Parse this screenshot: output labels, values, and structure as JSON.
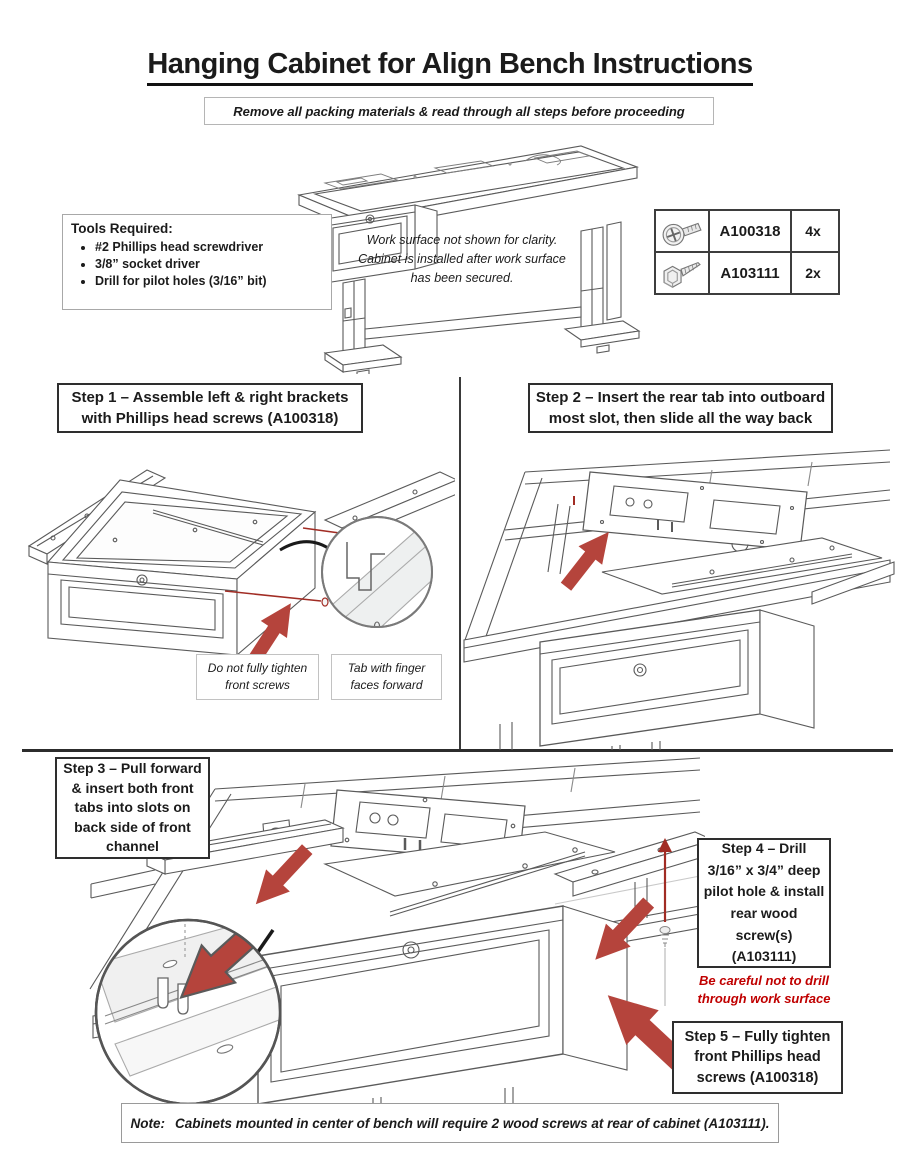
{
  "page": {
    "title": "Hanging Cabinet for Align Bench Instructions",
    "instruction_banner": "Remove all packing materials & read through all steps before proceeding"
  },
  "tools_box": {
    "heading": "Tools Required:",
    "items": [
      "#2 Phillips head screwdriver",
      "3/8” socket driver",
      "Drill for pilot holes (3/16” bit)"
    ]
  },
  "work_surface_note": "Work surface not shown for clarity. Cabinet is installed after work surface has been secured.",
  "parts_table": {
    "rows": [
      {
        "icon": "phillips-pan-head-screw-icon",
        "part_number": "A100318",
        "quantity": "4x"
      },
      {
        "icon": "hex-head-wood-screw-icon",
        "part_number": "A103111",
        "quantity": "2x"
      }
    ]
  },
  "steps": [
    {
      "label": "Step 1 – Assemble left & right brackets with Phillips head screws (A100318)"
    },
    {
      "label": "Step 2 – Insert the rear tab into outboard most slot, then slide all the way back"
    },
    {
      "label": "Step 3 – Pull forward & insert both front tabs into slots on back side of front channel"
    },
    {
      "label": "Step 4 – Drill 3/16” x 3/4” deep pilot hole & install rear wood screw(s) (A103111)"
    },
    {
      "label": "Step 5 – Fully tighten front Phillips head screws (A100318)"
    }
  ],
  "callout_labels": {
    "front_screws": "Do not fully tighten front screws",
    "tab_finger": "Tab with finger faces forward",
    "drill_warning": "Be careful not to drill through work surface"
  },
  "footer_note": {
    "label": "Note:",
    "text": "Cabinets mounted in center of bench will require 2 wood screws at rear of cabinet (A103111)."
  },
  "colors": {
    "arrow_red": "#b5443c",
    "warning_red": "#c00000",
    "screw_red": "#a12c24",
    "line": "#5a5a5a"
  }
}
